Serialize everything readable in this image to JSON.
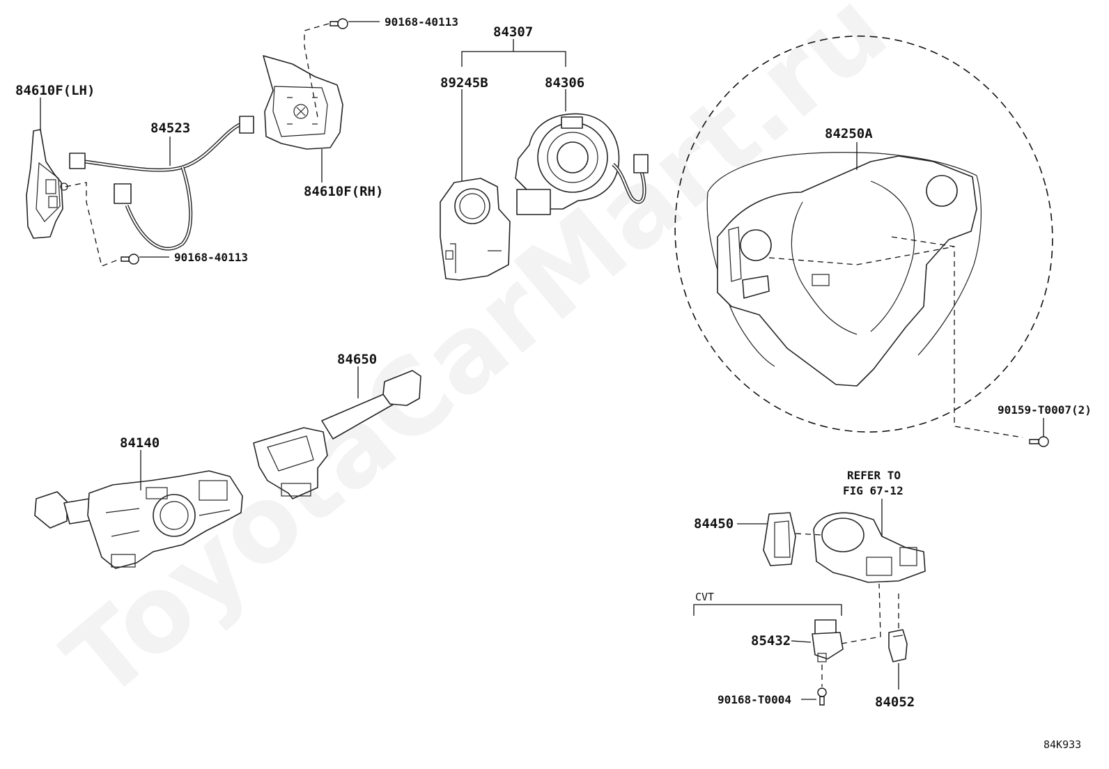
{
  "labels": {
    "sw_lh": "84610F(LH)",
    "wire": "84523",
    "sw_rh": "84610F(RH)",
    "screw_top": "90168-40113",
    "screw_bottom": "90168-40113",
    "spiral_assy": "84307",
    "sensor": "89245B",
    "spiral_cable": "84306",
    "wheel_harness": "84250A",
    "wheel_screw": "90159-T0007(2)",
    "combo_switch": "84140",
    "wiper_switch": "84650",
    "refer_line1": "REFER TO",
    "refer_line2": "FIG 67-12",
    "lock_part": "84450",
    "cvt": "CVT",
    "cvt_switch": "85432",
    "cvt_screw": "90168-T0004",
    "key_switch": "84052",
    "fig_code": "84K933"
  },
  "watermark": "ToyotaCarMart.ru"
}
